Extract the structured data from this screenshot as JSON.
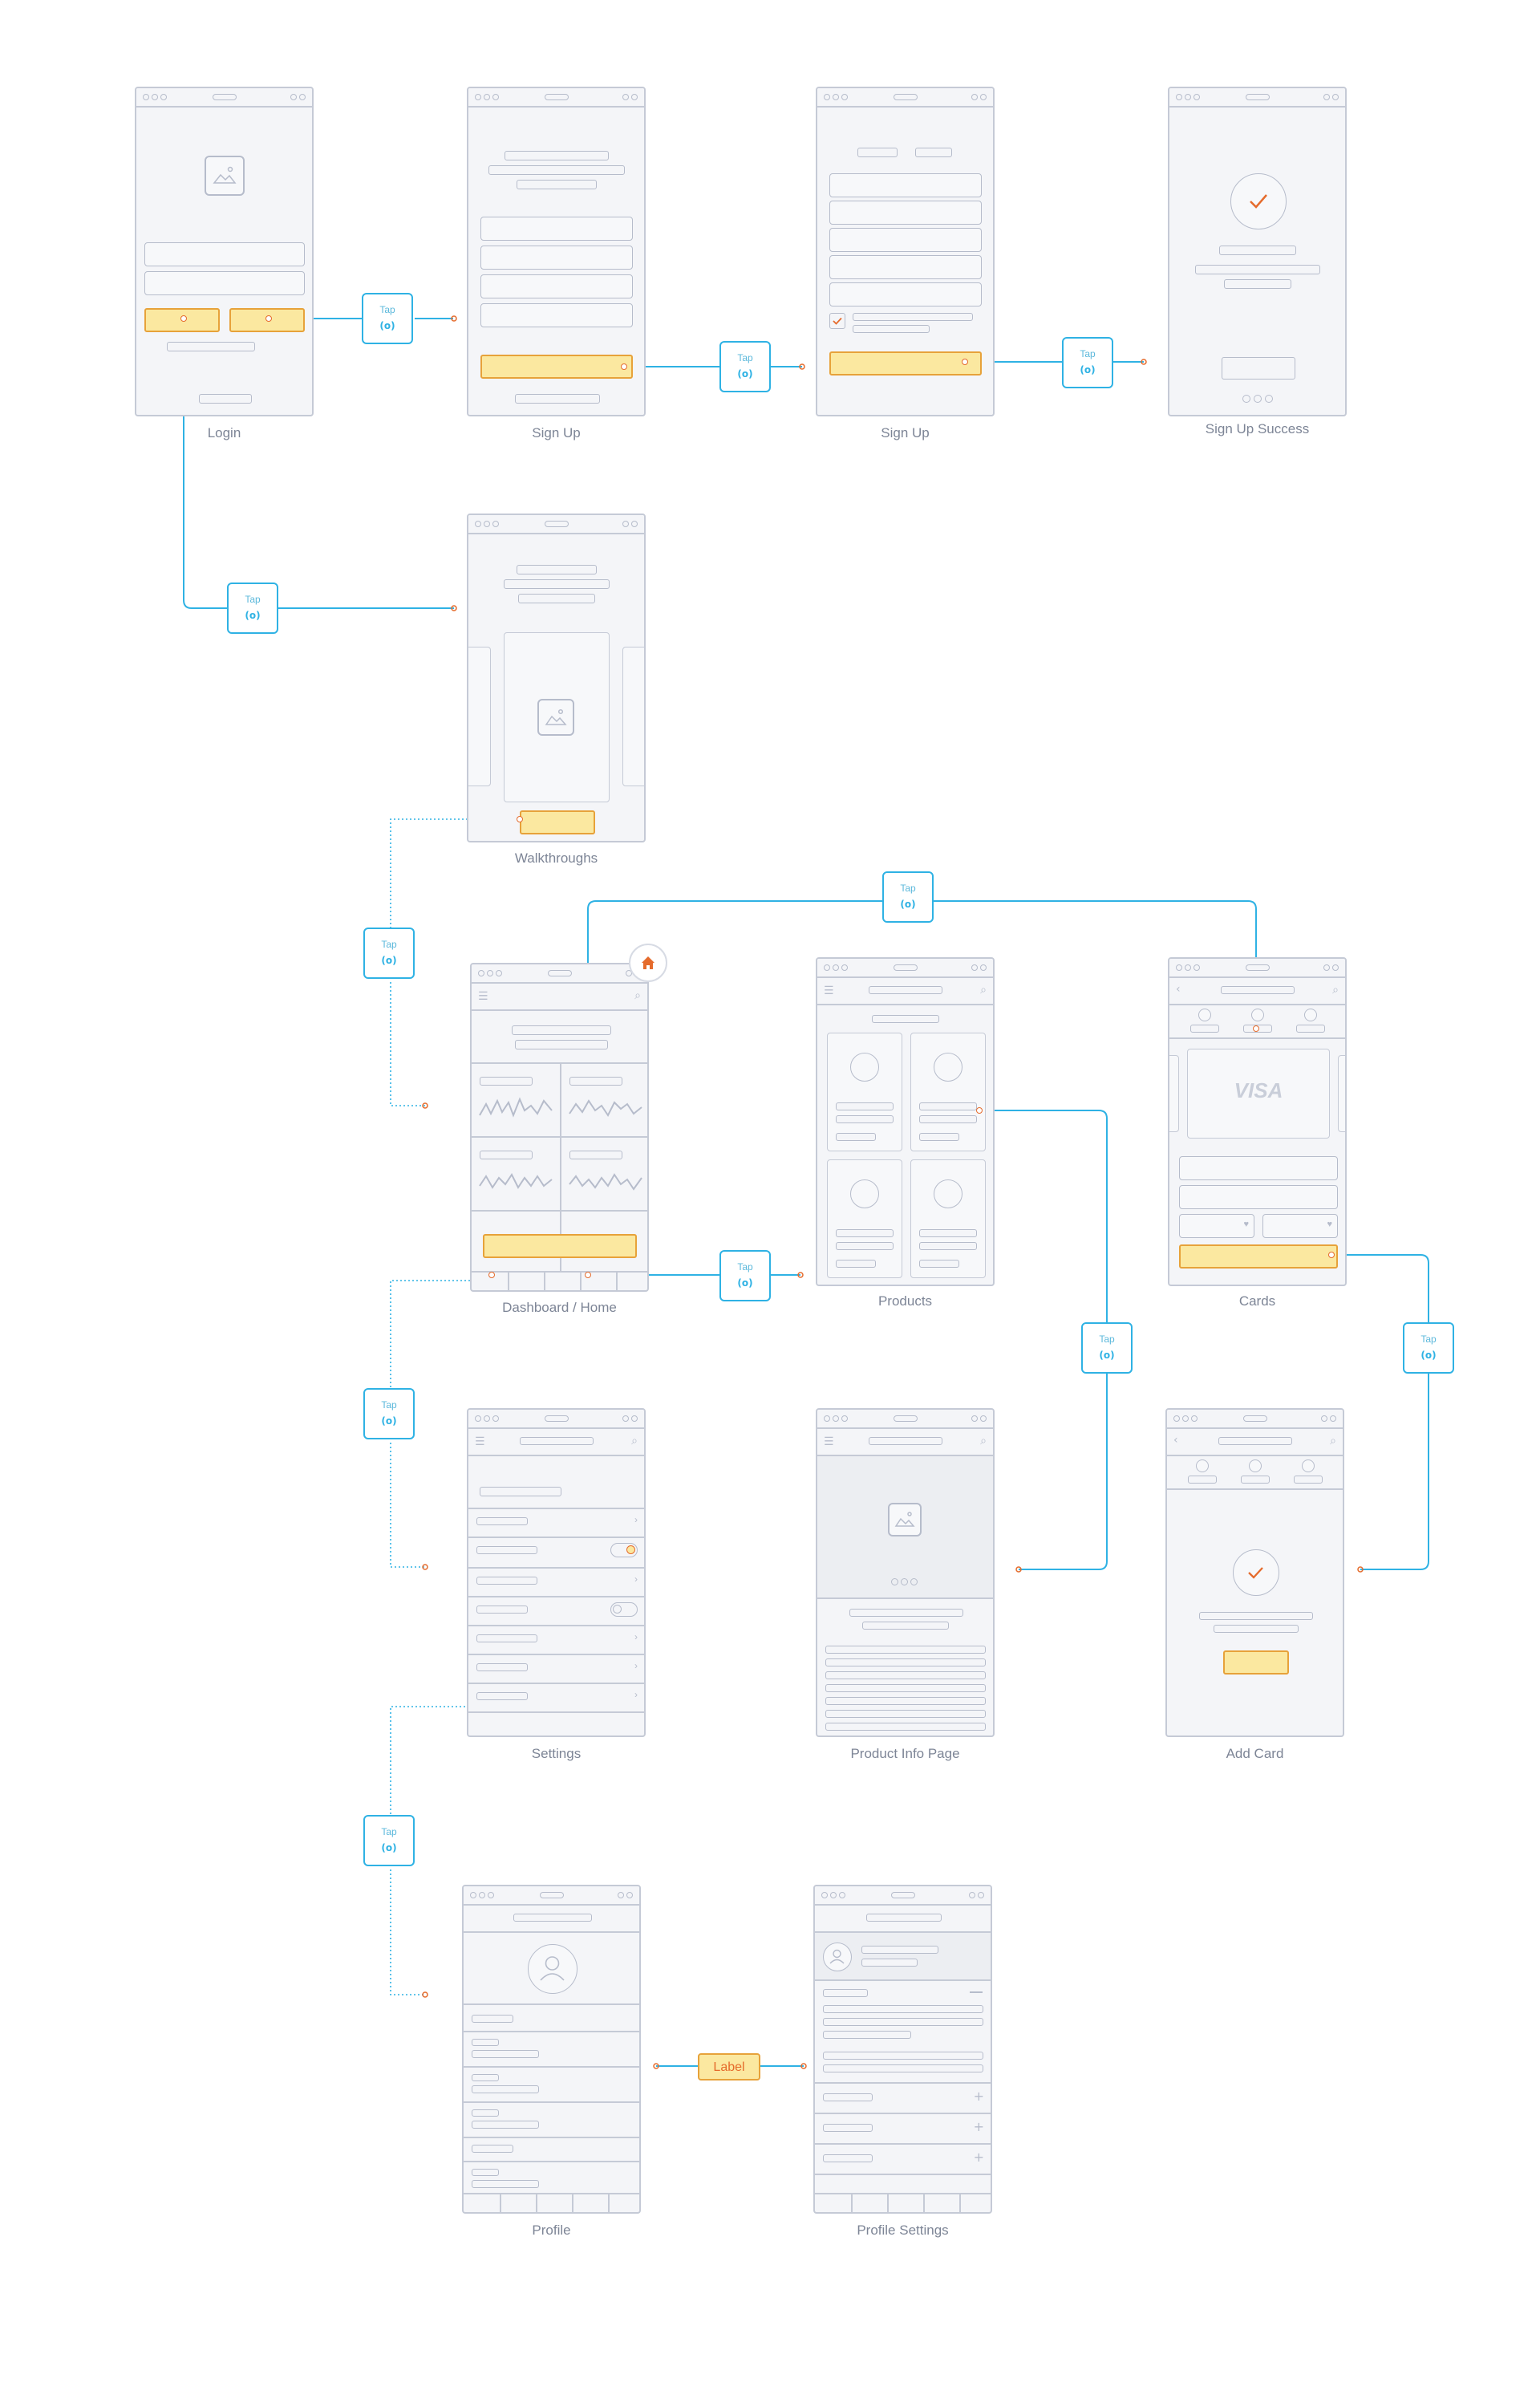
{
  "screens": {
    "login": "Login",
    "signup1": "Sign Up",
    "signup2": "Sign Up",
    "signup_success": "Sign Up Success",
    "walkthroughs": "Walkthroughs",
    "dashboard": "Dashboard / Home",
    "products": "Products",
    "cards": "Cards",
    "settings": "Settings",
    "product_info": "Product Info Page",
    "add_card": "Add Card",
    "profile": "Profile",
    "profile_settings": "Profile Settings"
  },
  "tap": {
    "label": "Tap",
    "icon_glyph": "(o)"
  },
  "label_box": "Label",
  "visa": "VISA",
  "colors": {
    "link": "#2fb2e4",
    "highlight_fill": "#fbe8a0",
    "highlight_stroke": "#e7a23a",
    "node": "#e56b2c",
    "wire": "#c5cad6",
    "home_badge": "#e56b2c"
  }
}
